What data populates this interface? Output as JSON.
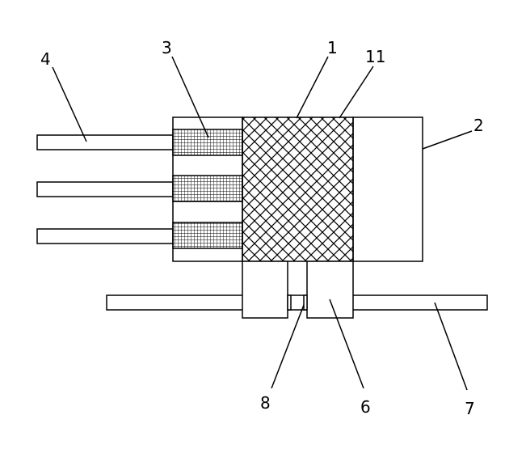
{
  "labels": {
    "l1": "1",
    "l2": "2",
    "l3": "3",
    "l4": "4",
    "l6": "6",
    "l7": "7",
    "l8": "8",
    "l11": "11"
  },
  "colors": {
    "stroke": "#000000",
    "background": "#ffffff"
  }
}
